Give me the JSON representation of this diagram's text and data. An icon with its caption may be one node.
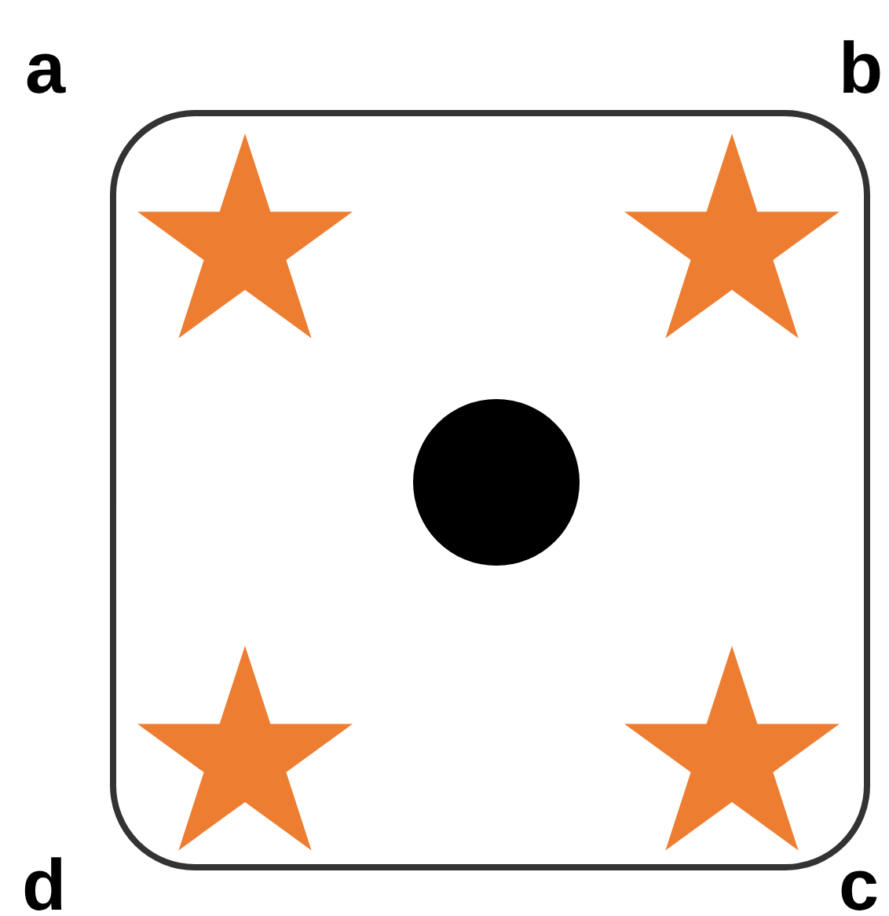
{
  "diagram": {
    "labels": [
      "a",
      "b",
      "d",
      "c"
    ]
  }
}
